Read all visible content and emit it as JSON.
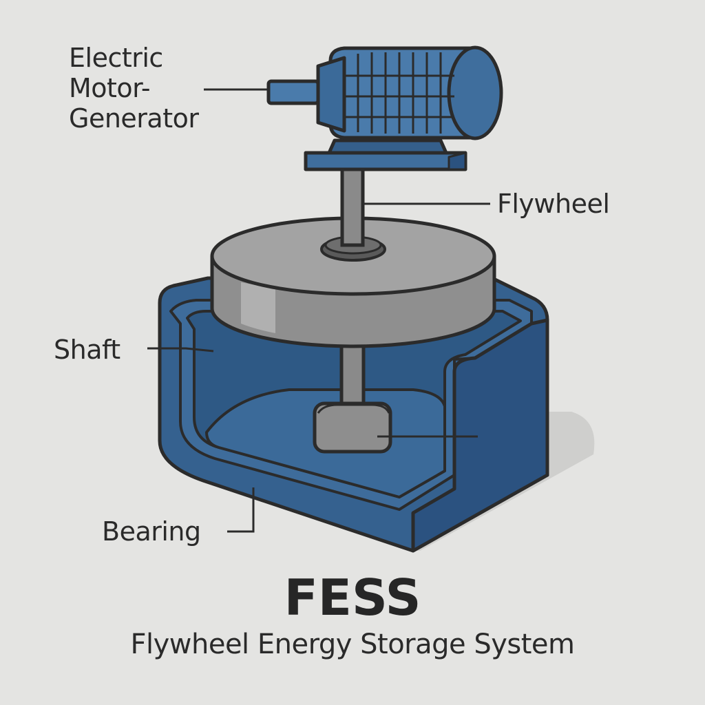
{
  "labels": {
    "motor_line1": "Electric",
    "motor_line2": "Motor-",
    "motor_line3": "Generator",
    "flywheel": "Flywheel",
    "shaft": "Shaft",
    "bearing": "Bearing"
  },
  "title": "FESS",
  "subtitle": "Flywheel Energy Storage System",
  "colors": {
    "background": "#e4e4e2",
    "housing_blue": "#35618f",
    "housing_dark": "#2a4f78",
    "motor_blue": "#4a7bab",
    "flywheel_gray": "#9d9d9d",
    "outline": "#2b2b2b"
  }
}
